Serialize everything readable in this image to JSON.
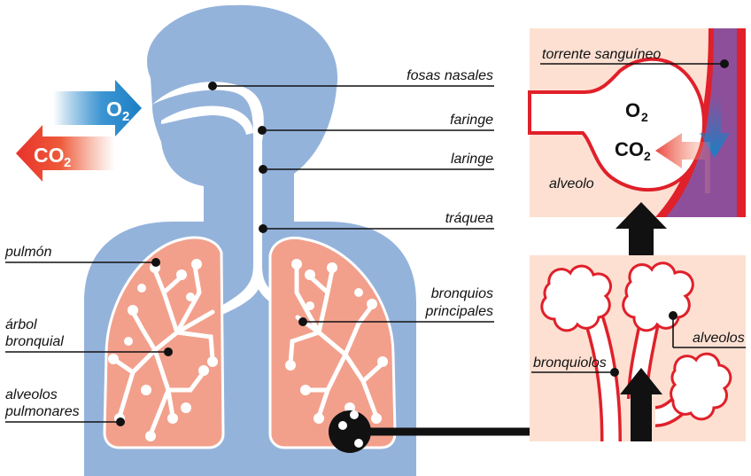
{
  "diagram": {
    "labels": {
      "fosas_nasales": "fosas nasales",
      "faringe": "faringe",
      "laringe": "laringe",
      "traquea": "tráquea",
      "bronquios_line1": "bronquios",
      "bronquios_line2": "principales",
      "pulmon": "pulmón",
      "arbol_line1": "árbol",
      "arbol_line2": "bronquial",
      "alveolos_pulm_line1": "alveolos",
      "alveolos_pulm_line2": "pulmonares",
      "torrente": "torrente sanguíneo",
      "alveolo": "alveolo",
      "alveolos": "alveolos",
      "bronquiolos": "bronquiolos"
    },
    "gases": {
      "o2_main": "O",
      "o2_sub": "2",
      "co2_main": "CO",
      "co2_sub": "2"
    },
    "colors": {
      "body_blue": "#94b3db",
      "lung_pink": "#f2a08c",
      "panel_bg": "#fde0d2",
      "alveolus_red": "#e0202a",
      "blood_purple": "#8e4f9a",
      "o2_blue": "#1a7fc4",
      "co2_red": "#e8322a"
    }
  }
}
